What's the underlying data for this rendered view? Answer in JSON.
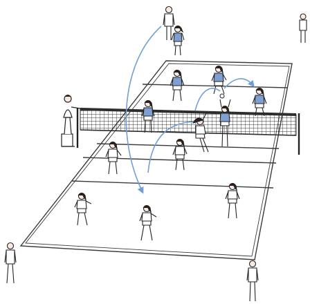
{
  "scene": {
    "colors": {
      "background": "#ffffff",
      "court_line": "#3a3a3a",
      "net": "#2e2e2e",
      "trajectory": "#6f9fd6",
      "team_blue": "#7e9fd0",
      "team_white": "#ffffff",
      "hair": "#2b1f20",
      "skin": "#fbe9df",
      "outline": "#222222"
    },
    "icons": {
      "referee": "referee-on-stand-icon",
      "line_judge": "line-judge-icon",
      "ball": "volleyball-icon"
    },
    "teams": [
      {
        "side": "far",
        "uniform": "blue"
      },
      {
        "side": "near",
        "uniform": "white"
      }
    ],
    "trajectories": [
      {
        "from": "far-back-player",
        "to": "near-back-player"
      },
      {
        "from": "near-front-player",
        "to": "far-front-player"
      },
      {
        "from": "setter-far",
        "to": "attacker-far"
      },
      {
        "from": "ball-at-net",
        "to": "far-right-player"
      }
    ],
    "officials": [
      "first-referee",
      "line-judge-top-center",
      "line-judge-top-right",
      "line-judge-bottom-left",
      "line-judge-bottom-right"
    ]
  }
}
